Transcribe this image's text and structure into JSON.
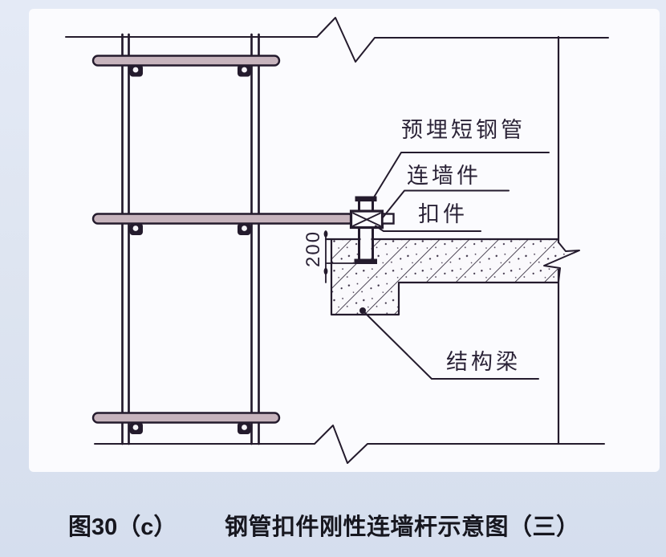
{
  "figure": {
    "number": "图30（c）",
    "title": "钢管扣件刚性连墙杆示意图（三）"
  },
  "annotations": {
    "embedded_pipe": "预埋短钢管",
    "wall_tie": "连墙件",
    "coupler": "扣件",
    "structural_beam": "结构梁",
    "embed_depth_mm": "200"
  },
  "colors": {
    "line": "#241b2d",
    "ledger_fill": "#c7b4bd",
    "panel_bg": "#fbfbfe",
    "page_bg": "#dde4f0",
    "caption_text": "#17171f",
    "label_text": "#2b2337"
  }
}
